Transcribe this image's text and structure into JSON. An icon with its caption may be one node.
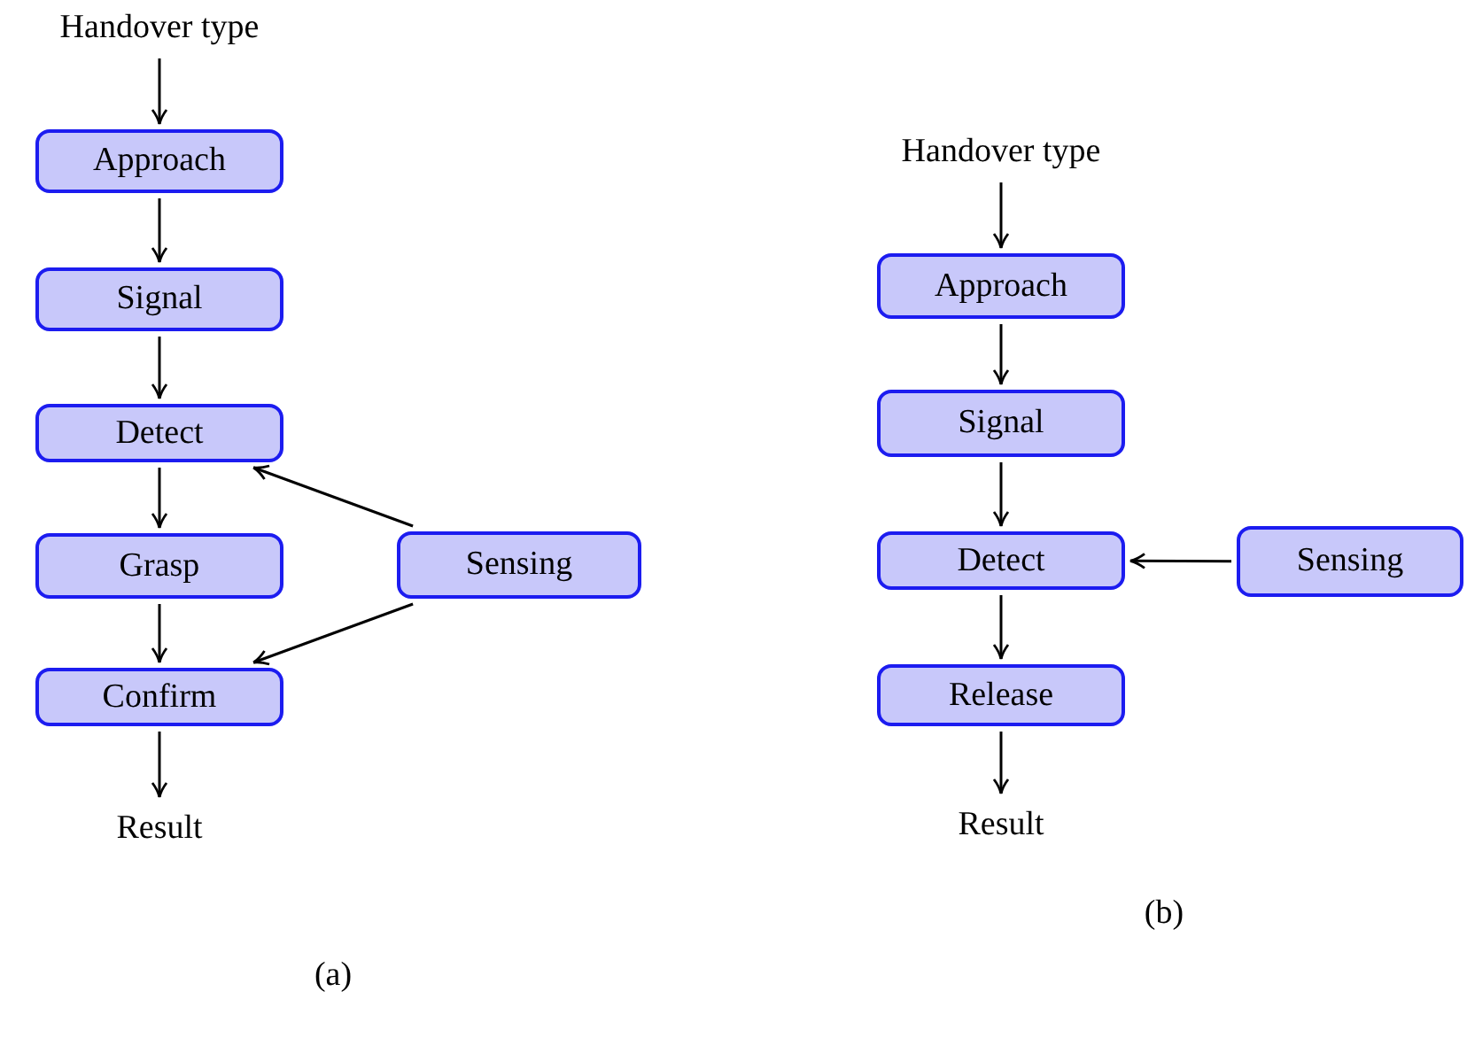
{
  "diagram": {
    "nodes": [
      {
        "text": [
          "Handover type"
        ]
      },
      {
        "text": [
          "Approach"
        ]
      },
      {
        "text": [
          "Signal"
        ]
      },
      {
        "text": [
          "Detect"
        ]
      },
      {
        "text": [
          "Grasp"
        ]
      },
      {
        "text": [
          "Confirm"
        ]
      },
      {
        "text": [
          "Sensing"
        ]
      },
      {
        "text": [
          "Result"
        ]
      },
      {
        "text": [
          "Handover type"
        ]
      },
      {
        "text": [
          "Approach"
        ]
      },
      {
        "text": [
          "Signal"
        ]
      },
      {
        "text": [
          "Detect"
        ]
      },
      {
        "text": [
          "Sensing"
        ]
      },
      {
        "text": [
          "Release"
        ]
      },
      {
        "text": [
          "Result"
        ]
      }
    ],
    "edges": [
      {
        "from": 0,
        "to": 1,
        "arrow": "to"
      },
      {
        "from": 1,
        "to": 2,
        "arrow": "to"
      },
      {
        "from": 2,
        "to": 3,
        "arrow": "to"
      },
      {
        "from": 3,
        "to": 4,
        "arrow": "to"
      },
      {
        "from": 4,
        "to": 5,
        "arrow": "to"
      },
      {
        "from": 6,
        "to": 3,
        "arrow": "to"
      },
      {
        "from": 6,
        "to": 5,
        "arrow": "to"
      },
      {
        "from": 5,
        "to": 7,
        "arrow": "to"
      },
      {
        "from": 8,
        "to": 9,
        "arrow": "to"
      },
      {
        "from": 9,
        "to": 10,
        "arrow": "to"
      },
      {
        "from": 10,
        "to": 11,
        "arrow": "to"
      },
      {
        "from": 12,
        "to": 11,
        "arrow": "to"
      },
      {
        "from": 11,
        "to": 13,
        "arrow": "to"
      },
      {
        "from": 13,
        "to": 14,
        "arrow": "to"
      }
    ],
    "labels": [
      "(a)",
      "(b)"
    ]
  }
}
